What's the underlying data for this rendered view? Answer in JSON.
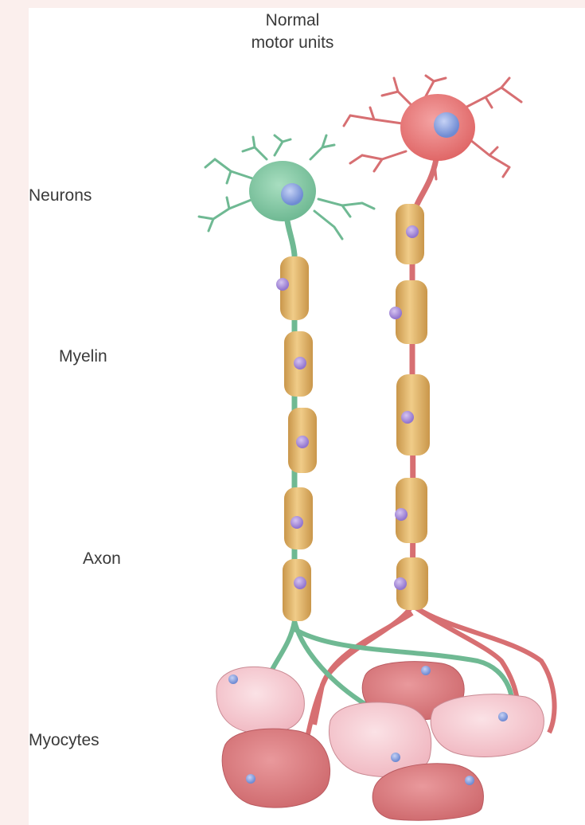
{
  "title": {
    "line1": "Normal",
    "line2": "motor units"
  },
  "labels": {
    "neurons": "Neurons",
    "myelin": "Myelin",
    "axon": "Axon",
    "myocytes": "Myocytes"
  },
  "colors": {
    "page_border": "#fbefed",
    "background": "#ffffff",
    "green_neuron": "#7cc4a0",
    "red_neuron": "#e77777",
    "myelin": "#e4b86a",
    "nucleus": "#8fa6dd",
    "schwann_nucleus": "#a78ad8",
    "myocyte_light": "#f8cdd3",
    "myocyte_dark": "#dc7c82"
  }
}
